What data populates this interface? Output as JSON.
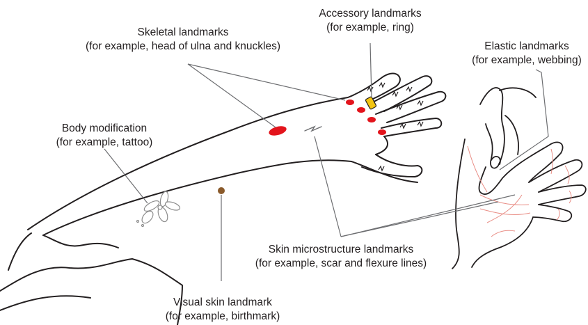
{
  "annotations": {
    "skeletal": {
      "title": "Skeletal landmarks",
      "example": "(for example, head of ulna and knuckles)"
    },
    "accessory": {
      "title": "Accessory landmarks",
      "example": "(for example, ring)"
    },
    "elastic": {
      "title": "Elastic landmarks",
      "example": "(for example, webbing)"
    },
    "body_mod": {
      "title": "Body modification",
      "example": "(for example, tattoo)"
    },
    "micro": {
      "title": "Skin microstructure landmarks",
      "example": "(for example, scar and flexure lines)"
    },
    "visual": {
      "title": "Visual skin landmark",
      "example": "(for example, birthmark)"
    }
  },
  "colors": {
    "outline": "#231f20",
    "skeletal_marker": "#e3141c",
    "ring": "#f3c512",
    "birthmark": "#8a5a2b",
    "flexure_lines": "#e98e86",
    "pointer_lines": "#6d6e71",
    "tattoo": "#8c8c8c"
  }
}
